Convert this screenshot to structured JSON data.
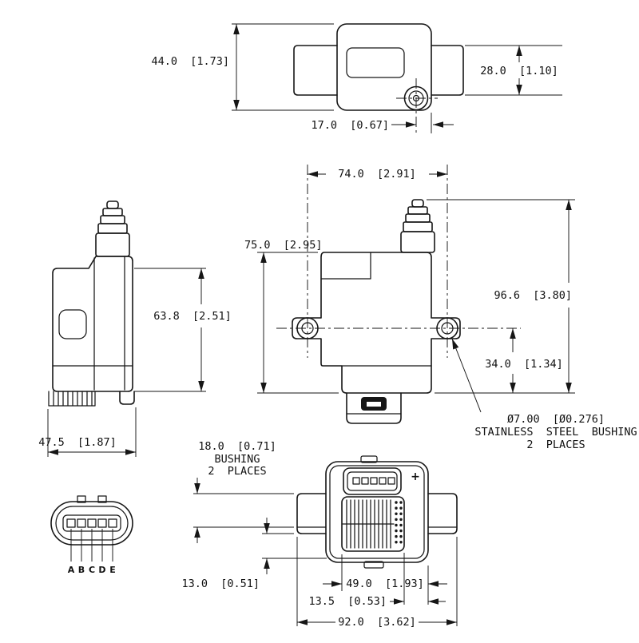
{
  "drawing": {
    "top_view": {
      "dim_height": "44.0  [1.73]",
      "dim_tab_height": "28.0  [1.10]",
      "dim_bushing_offset": "17.0  [0.67]"
    },
    "front_view": {
      "dim_hole_spacing": "74.0  [2.91]",
      "dim_body_height": "75.0  [2.95]",
      "dim_overall_height": "96.6  [3.80]",
      "dim_hole_to_base": "34.0  [1.34]",
      "bushing_note_line1": "Ø7.00  [Ø0.276]",
      "bushing_note_line2": "STAINLESS  STEEL  BUSHING",
      "bushing_note_line3": "2  PLACES"
    },
    "side_view": {
      "dim_body_height": "63.8  [2.51]",
      "dim_depth": "47.5  [1.87]"
    },
    "bottom_view": {
      "dim_bushing": "18.0  [0.71]",
      "bushing_note_line1": "BUSHING",
      "bushing_note_line2": "2  PLACES",
      "dim_base_edge": "13.0  [0.51]",
      "dim_grid_width": "49.0  [1.93]",
      "dim_grid_offset": "13.5  [0.53]",
      "dim_overall_width": "92.0  [3.62]",
      "polarity_mark": "+"
    },
    "connector_view": {
      "pin_labels": [
        "A",
        "B",
        "C",
        "D",
        "E"
      ]
    }
  }
}
